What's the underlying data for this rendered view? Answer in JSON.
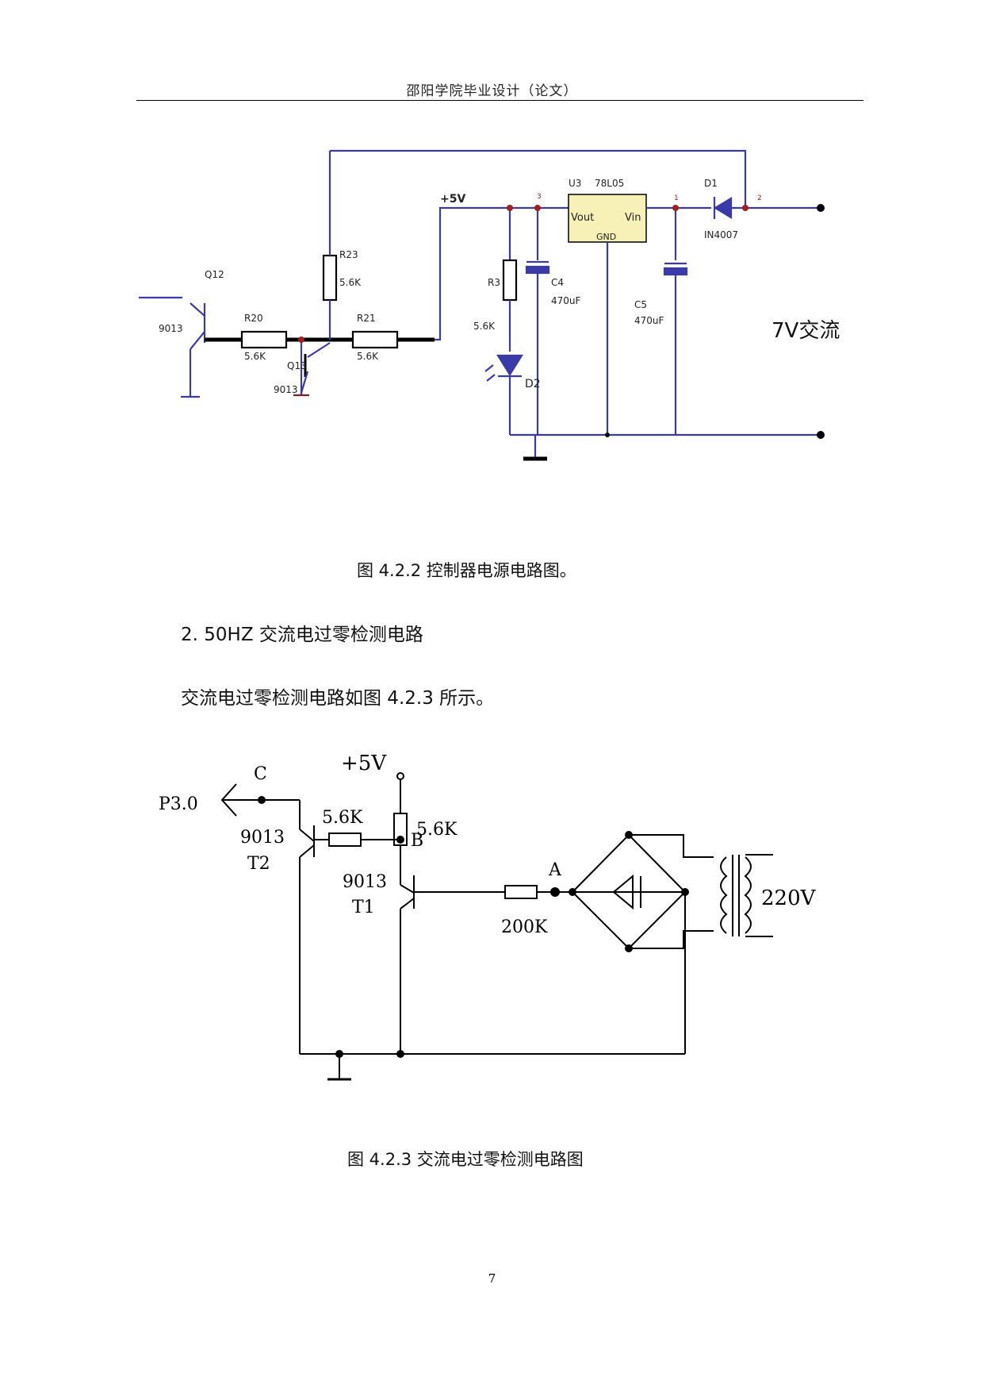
{
  "header": {
    "title": "邵阳学院毕业设计（论文）"
  },
  "figure1": {
    "caption": "图 4.2.2  控制器电源电路图。",
    "labels": {
      "q12": "Q12",
      "q12_model": "9013",
      "r20": "R20",
      "r20_val": "5.6K",
      "q13": "Q13",
      "q13_model": "9013",
      "r23": "R23",
      "r23_val": "5.6K",
      "r21": "R21",
      "r21_val": "5.6K",
      "plus5v": "+5V",
      "r3": "R3",
      "r3_val": "5.6K",
      "d2": "D2",
      "c4": "C4",
      "c4_val": "470uF",
      "u3": "U3",
      "u3_model": "78L05",
      "vout": "Vout",
      "vin": "Vin",
      "gnd": "GND",
      "c5": "C5",
      "c5_val": "470uF",
      "d1": "D1",
      "d1_model": "IN4007",
      "pin1": "1",
      "pin2": "2",
      "pin3": "3",
      "ac_label": "7V交流"
    }
  },
  "section": {
    "heading": "2. 50HZ 交流电过零检测电路",
    "intro": "交流电过零检测电路如图 4.2.3 所示。"
  },
  "figure2": {
    "caption": "图 4.2.3  交流电过零检测电路图",
    "labels": {
      "c": "C",
      "p30": "P3.0",
      "plus5v": "+5V",
      "r_top": "5.6K",
      "r_mid": "5.6K",
      "t2_model": "9013",
      "t2": "T2",
      "b": "B",
      "t1_model": "9013",
      "t1": "T1",
      "a": "A",
      "r_200k": "200K",
      "v220": "220V"
    }
  },
  "page_number": "7"
}
